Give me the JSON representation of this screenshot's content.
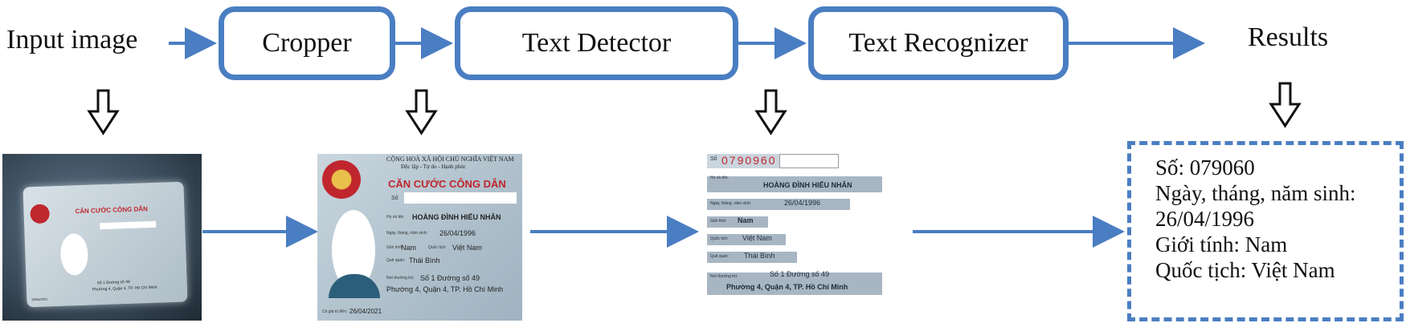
{
  "flow": {
    "input_label": "Input image",
    "stages": [
      "Cropper",
      "Text Detector",
      "Text Recognizer"
    ],
    "output_label": "Results"
  },
  "colors": {
    "accent": "#4a7ec2",
    "id_red": "#c0262e"
  },
  "input_card": {
    "title": "CĂN CƯỚC CÔNG DÂN",
    "expiry_label": "Có giá trị đến:",
    "expiry": "26/04/2021",
    "address_line1": "Số 1 Đường số 49",
    "address_line2": "Phường 4, Quận 4, TP. Hồ Chí Minh"
  },
  "cropped_card": {
    "republic": "CỘNG HOÀ XÃ HỘI CHỦ NGHĨA VIỆT NAM",
    "motto": "Độc lập - Tự do - Hạnh phúc",
    "title": "CĂN CƯỚC CÔNG DÂN",
    "no_label": "Số",
    "name_label": "Họ và tên",
    "name": "HOÀNG ĐÌNH HIẾU NHÂN",
    "dob_label": "Ngày, tháng, năm sinh:",
    "dob": "26/04/1996",
    "sex_label": "Giới tính:",
    "sex": "Nam",
    "nat_label": "Quốc tịch:",
    "nationality": "Việt Nam",
    "home_label": "Quê quán:",
    "hometown": "Thái Bình",
    "res_label": "Nơi thường trú:",
    "address_line1": "Số 1 Đường số 49",
    "address_line2": "Phường 4, Quận 4, TP. Hồ Chí Minh",
    "expiry_label": "Có giá trị đến:",
    "expiry": "26/04/2021"
  },
  "detected_fields": {
    "no_label": "Số",
    "id_number": "0790960",
    "name_label": "Họ và tên:",
    "name": "HOÀNG ĐÌNH HIẾU NHÂN",
    "dob_label": "Ngày, tháng, năm sinh:",
    "dob": "26/04/1996",
    "sex_label": "Giới tính:",
    "sex": "Nam",
    "nat_label": "Quốc tịch:",
    "nationality": "Việt Nam",
    "home_label": "Quê quán:",
    "hometown": "Thái Bình",
    "res_label": "Nơi thường trú:",
    "address_line1": "Số 1 Đường số 49",
    "address_line2": "Phường 4, Quận 4, TP. Hồ Chí Minh"
  },
  "results": {
    "lines": [
      "Số: 079060",
      "Ngày, tháng, năm sinh:",
      "26/04/1996",
      "Giới tính: Nam",
      "Quốc tịch: Việt Nam"
    ]
  }
}
